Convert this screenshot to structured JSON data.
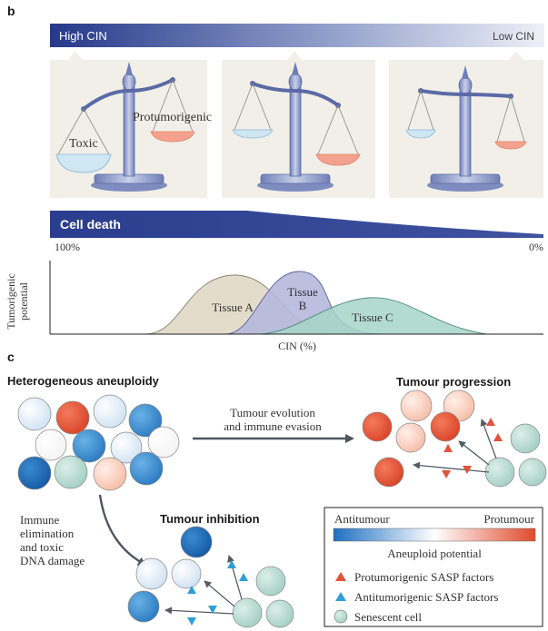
{
  "panel_b": {
    "label": "b",
    "cin_gradient": {
      "left": "High CIN",
      "right": "Low CIN"
    },
    "balance_labels": {
      "toxic": "Toxic",
      "protumorigenic": "Protumorigenic"
    },
    "cell_death": {
      "label": "Cell death",
      "left_value": "100%",
      "right_value": "0%"
    },
    "potential_chart": {
      "ylabel_line1": "Tumorigenic",
      "ylabel_line2": "potential",
      "xlabel": "CIN (%)",
      "tissue_a": "Tissue A",
      "tissue_b_line1": "Tissue",
      "tissue_b_line2": "B",
      "tissue_c": "Tissue C"
    }
  },
  "panel_c": {
    "label": "c",
    "heterogeneous": "Heterogeneous aneuploidy",
    "progression": "Tumour progression",
    "inhibition": "Tumour inhibition",
    "evolution_line1": "Tumour evolution",
    "evolution_line2": "and immune evasion",
    "elimination_line1": "Immune",
    "elimination_line2": "elimination",
    "elimination_line3": "and toxic",
    "elimination_line4": "DNA damage",
    "legend": {
      "antitumour": "Antitumour",
      "protumour": "Protumour",
      "aneuploid_potential": "Aneuploid potential",
      "protumorigenic_sasp": "Protumorigenic SASP factors",
      "antitumorigenic_sasp": "Antitumorigenic SASP factors",
      "senescent_cell": "Senescent cell"
    }
  },
  "colors": {
    "navy": "#2b3f8f",
    "protumour": "#e0533a",
    "antitumour": "#2e7fc8",
    "senescent": "#b7ddd3",
    "panel_bg": "#f1efe8"
  }
}
